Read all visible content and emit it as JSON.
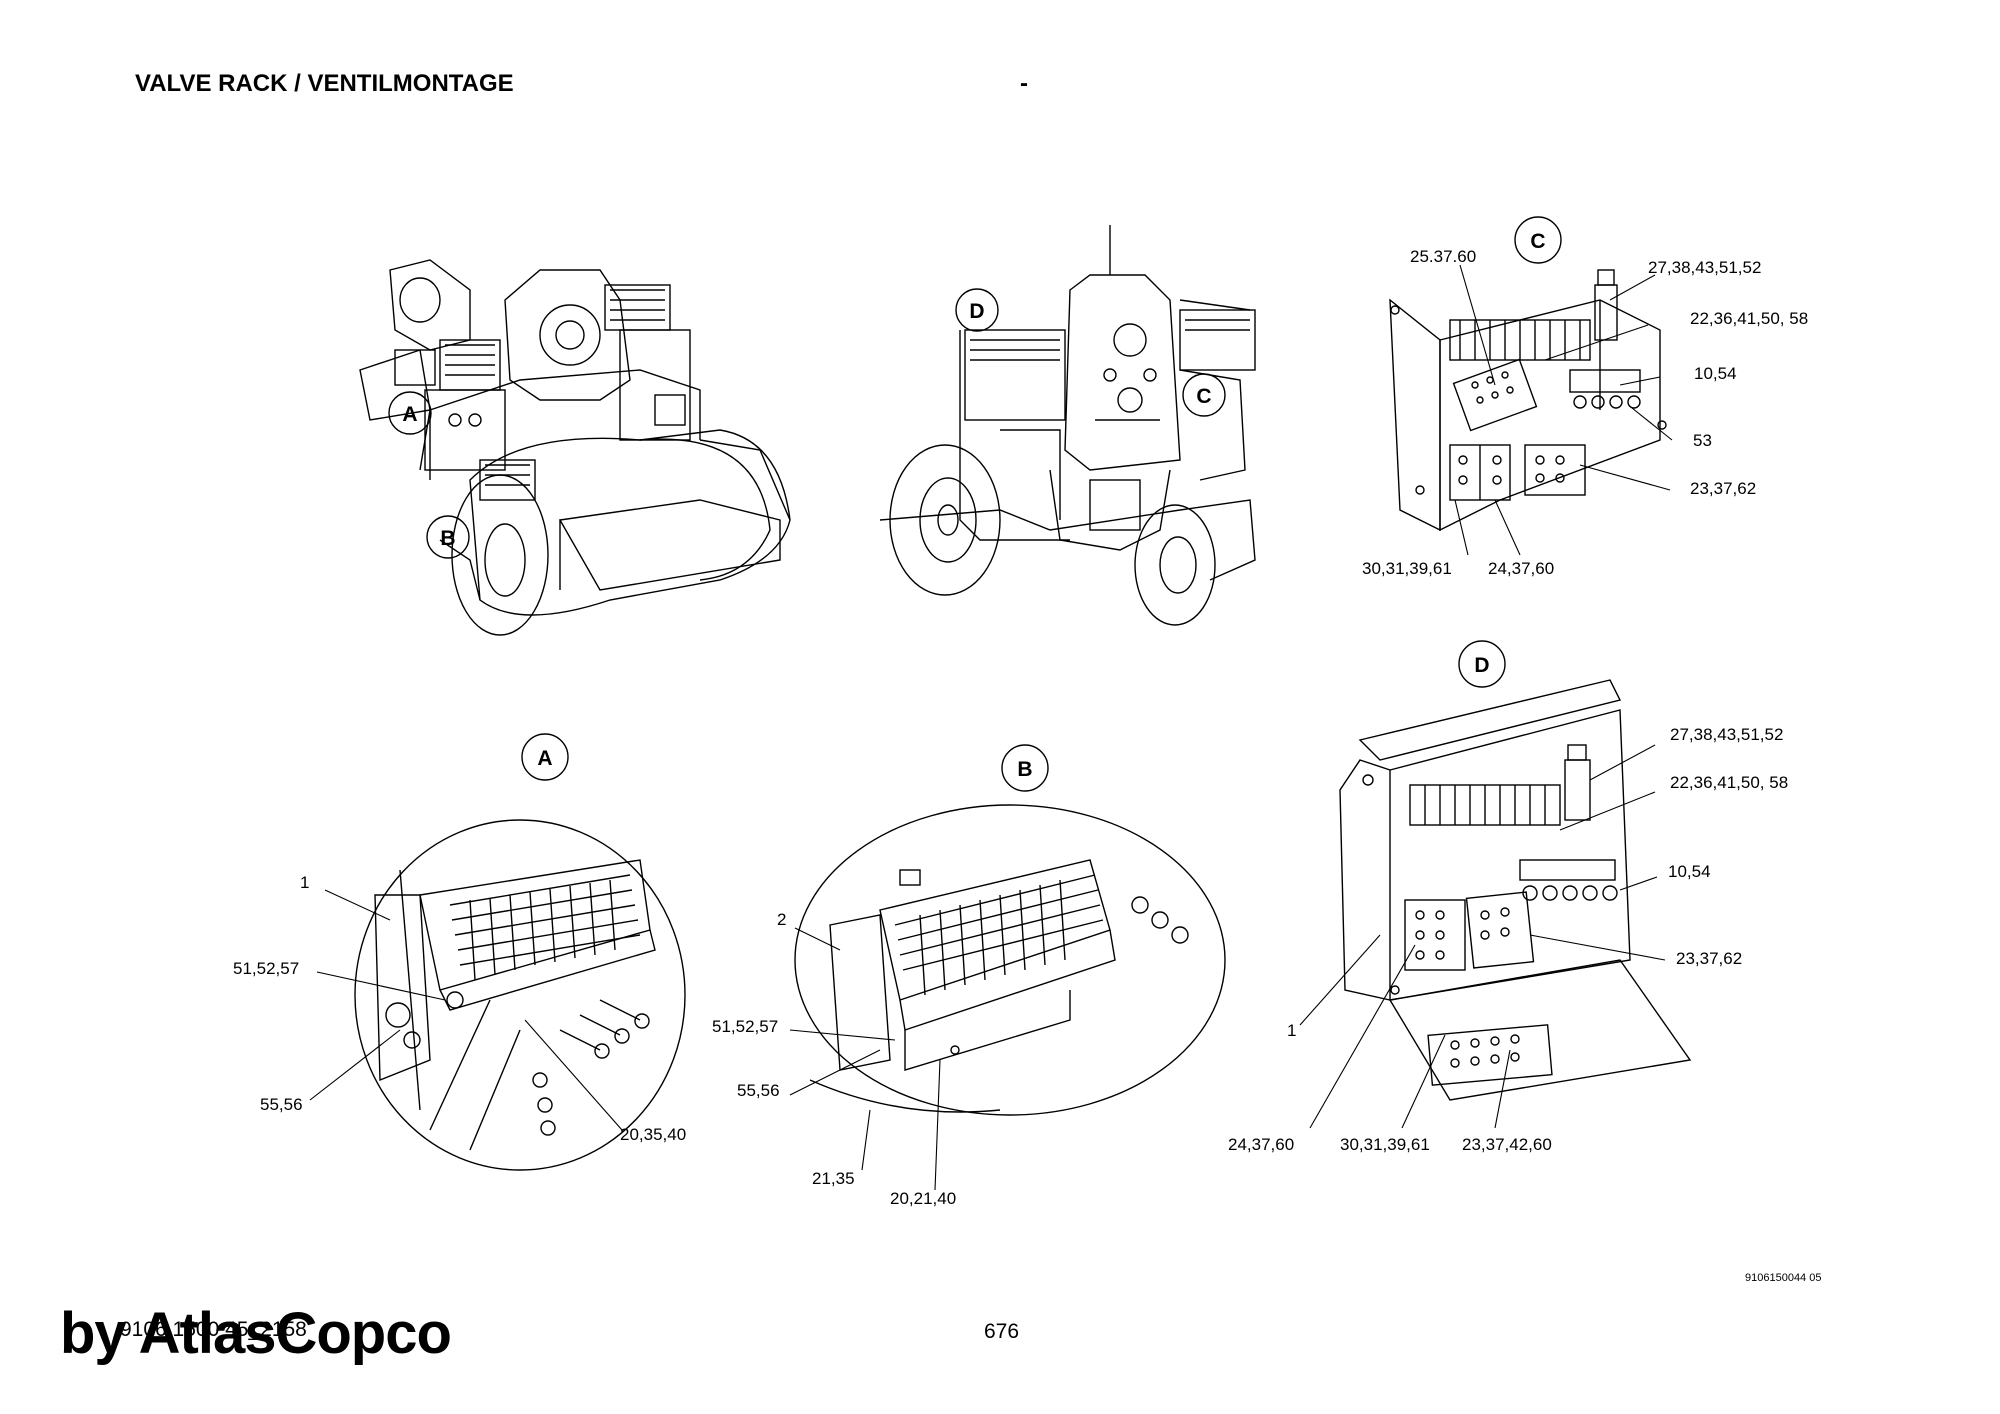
{
  "header": {
    "title": "VALVE RACK / VENTILMONTAGE",
    "dash": "-"
  },
  "footer": {
    "doc_ref": "9106 1500 45_2158",
    "page": "676",
    "drawing_no": "9106150044 05",
    "watermark": "by AtlasCopco"
  },
  "views": {
    "A": "A",
    "B": "B",
    "C": "C",
    "D": "D"
  },
  "labels": {
    "A": {
      "l1": "1",
      "l2": "51,52,57",
      "l3": "55,56",
      "l4": "20,35,40"
    },
    "B": {
      "l1": "2",
      "l2": "51,52,57",
      "l3": "55,56",
      "l4": "21,35",
      "l5": "20,21,40"
    },
    "C": {
      "l1": "25.37.60",
      "l2": "27,38,43,51,52",
      "l3": "22,36,41,50, 58",
      "l4": "10,54",
      "l5": "53",
      "l6": "23,37,62",
      "l7": "30,31,39,61",
      "l8": "24,37,60"
    },
    "D": {
      "l1": "27,38,43,51,52",
      "l2": "22,36,41,50, 58",
      "l3": "10,54",
      "l4": "23,37,62",
      "l5": "1",
      "l6": "24,37,60",
      "l7": "30,31,39,61",
      "l8": "23,37,42,60"
    }
  }
}
